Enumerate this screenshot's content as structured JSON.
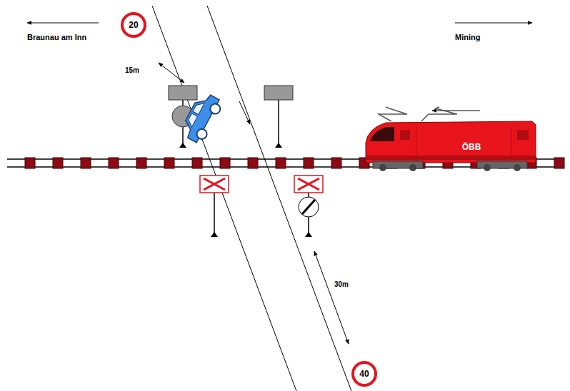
{
  "diagram": {
    "nodes": [
      {
        "text": [
          "20"
        ]
      },
      {
        "text": [
          "40"
        ]
      }
    ],
    "labels": [
      "Braunau am Inn",
      "Mining",
      "15m",
      "30m",
      "ÖBB"
    ]
  }
}
